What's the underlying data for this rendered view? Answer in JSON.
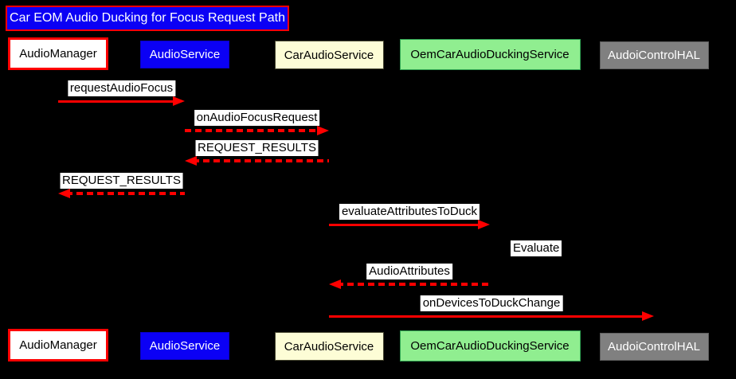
{
  "diagram": {
    "type": "sequence-diagram",
    "title": "Car EOM Audio Ducking for Focus Request Path",
    "colors": {
      "background": "#000000",
      "arrow": "#FF0000",
      "title_bg": "#0B00F5",
      "title_border": "#FF0000",
      "title_text": "#FFFFFF",
      "label_bg": "#FFFFFF",
      "label_text": "#000000"
    },
    "participants": [
      {
        "name": "AudioManager",
        "fill": "#FFFFFF",
        "border": "#FF0000",
        "text": "#000000"
      },
      {
        "name": "AudioService",
        "fill": "#0B00F5",
        "border": "#0900C4",
        "text": "#FFFFFF"
      },
      {
        "name": "CarAudioService",
        "fill": "#FDFDD6",
        "border": "#44442E",
        "text": "#000000"
      },
      {
        "name": "OemCarAudioDuckingService",
        "fill": "#90EE90",
        "border": "#2FA352",
        "text": "#000000"
      },
      {
        "name": "AudoiControlHAL",
        "fill": "#808080",
        "border": "#5E5E5E",
        "text": "#FFFFFF"
      }
    ],
    "messages": [
      {
        "label": "requestAudioFocus",
        "from": 0,
        "to": 1,
        "style": "solid"
      },
      {
        "label": "onAudioFocusRequest",
        "from": 1,
        "to": 2,
        "style": "dashed"
      },
      {
        "label": "REQUEST_RESULTS",
        "from": 2,
        "to": 1,
        "style": "dashed"
      },
      {
        "label": "REQUEST_RESULTS",
        "from": 1,
        "to": 0,
        "style": "dashed"
      },
      {
        "label": "evaluateAttributesToDuck",
        "from": 2,
        "to": 3,
        "style": "solid"
      },
      {
        "label": "Evaluate",
        "from": 3,
        "to": 3,
        "style": "self"
      },
      {
        "label": "AudioAttributes",
        "from": 3,
        "to": 2,
        "style": "dashed"
      },
      {
        "label": "onDevicesToDuckChange",
        "from": 2,
        "to": 4,
        "style": "solid"
      }
    ]
  }
}
